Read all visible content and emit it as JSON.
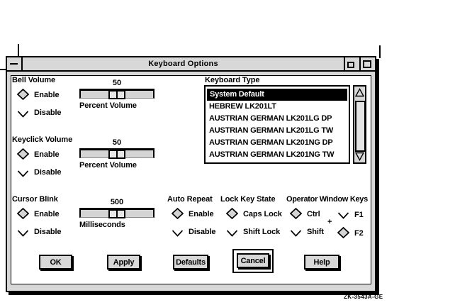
{
  "window": {
    "title": "Keyboard Options"
  },
  "figure_label": "ZK-3543A-GE",
  "bell_volume": {
    "label": "Bell Volume",
    "enable": "Enable",
    "disable": "Disable",
    "value": "50",
    "unit": "Percent Volume"
  },
  "keyclick_volume": {
    "label": "Keyclick Volume",
    "enable": "Enable",
    "disable": "Disable",
    "value": "50",
    "unit": "Percent Volume"
  },
  "cursor_blink": {
    "label": "Cursor Blink",
    "enable": "Enable",
    "disable": "Disable",
    "value": "500",
    "unit": "Milliseconds"
  },
  "auto_repeat": {
    "label": "Auto Repeat",
    "enable": "Enable",
    "disable": "Disable"
  },
  "lock_key_state": {
    "label": "Lock Key State",
    "caps_lock": "Caps Lock",
    "shift_lock": "Shift Lock"
  },
  "operator_window_keys": {
    "label": "Operator Window Keys",
    "ctrl": "Ctrl",
    "shift": "Shift",
    "plus": "+",
    "f1": "F1",
    "f2": "F2"
  },
  "keyboard_type": {
    "label": "Keyboard Type",
    "selected": "System Default",
    "items": [
      "System Default",
      "HEBREW LK201LT",
      "AUSTRIAN GERMAN LK201LG DP",
      "AUSTRIAN GERMAN LK201LG TW",
      "AUSTRIAN GERMAN LK201NG DP",
      "AUSTRIAN GERMAN LK201NG TW"
    ]
  },
  "buttons": {
    "ok": "OK",
    "apply": "Apply",
    "defaults": "Defaults",
    "cancel": "Cancel",
    "help": "Help"
  }
}
